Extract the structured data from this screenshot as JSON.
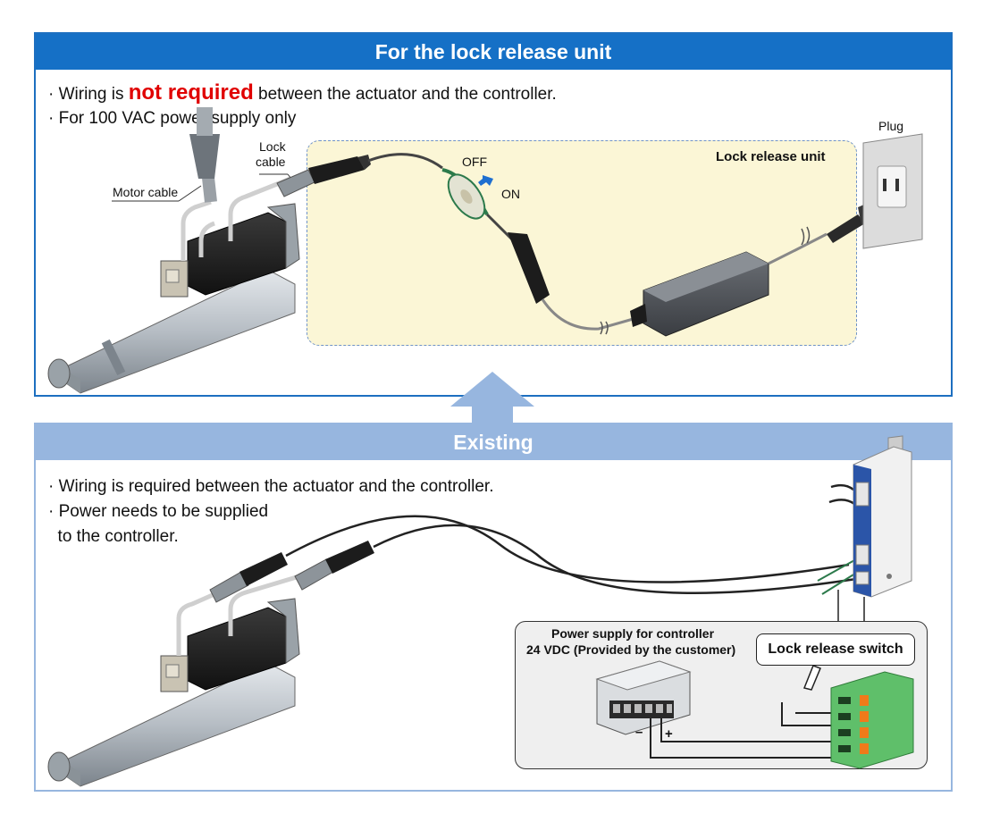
{
  "top_panel": {
    "title": "For the lock release unit",
    "bullet1": {
      "prefix": "· Wiring is ",
      "highlight": "not required",
      "suffix": " between the actuator and the controller."
    },
    "bullet2": "· For 100 VAC power supply only",
    "labels": {
      "motor_cable": "Motor cable",
      "lock_cable_1": "Lock",
      "lock_cable_2": "cable",
      "off": "OFF",
      "on": "ON",
      "lock_release_unit": "Lock release unit",
      "plug": "Plug"
    }
  },
  "bottom_panel": {
    "title": "Existing",
    "bullet1": "· Wiring is required between the actuator and the controller.",
    "bullet2a": "· Power needs to be supplied",
    "bullet2b": "  to the controller.",
    "labels": {
      "power_supply_1": "Power supply for controller",
      "power_supply_2": "24 VDC (Provided by the customer)",
      "lock_release_switch": "Lock release switch",
      "minus": "–",
      "plus": "+"
    }
  },
  "colors": {
    "header_blue": "#1570c6",
    "header_light": "#97b6df",
    "highlight_red": "#e00000",
    "unit_bg": "#fbf6d6",
    "terminal_green": "#5fbf6a",
    "terminal_orange": "#f07a1a"
  }
}
